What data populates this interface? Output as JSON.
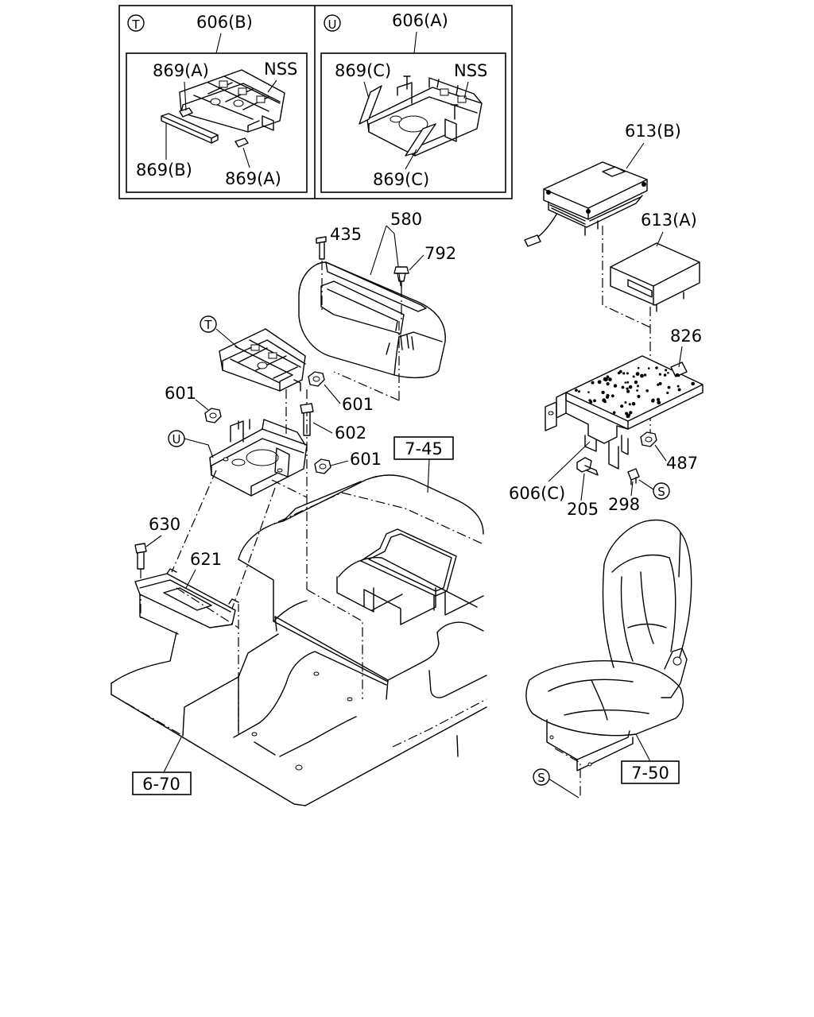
{
  "detail_t": {
    "badge": "T",
    "parent": "606(B)",
    "labels": {
      "a_top": "869(A)",
      "nss": "NSS",
      "b": "869(B)",
      "a_bottom": "869(A)"
    }
  },
  "detail_u": {
    "badge": "U",
    "parent": "606(A)",
    "labels": {
      "c_top": "869(C)",
      "nss": "NSS",
      "c_bottom": "869(C)"
    }
  },
  "callouts": {
    "p435": "435",
    "p580": "580",
    "p792": "792",
    "p601_nut_top": "601",
    "p601_left": "601",
    "p602": "602",
    "p601_mid": "601",
    "p630": "630",
    "p621": "621",
    "p613b": "613(B)",
    "p613a": "613(A)",
    "p826": "826",
    "p487": "487",
    "p606c": "606(C)",
    "p205": "205",
    "p298": "298"
  },
  "badges": {
    "t_main": "T",
    "u_main": "U",
    "s_right": "S",
    "s_seat": "S"
  },
  "refs": {
    "r745": "7-45",
    "r670": "6-70",
    "r750": "7-50"
  }
}
